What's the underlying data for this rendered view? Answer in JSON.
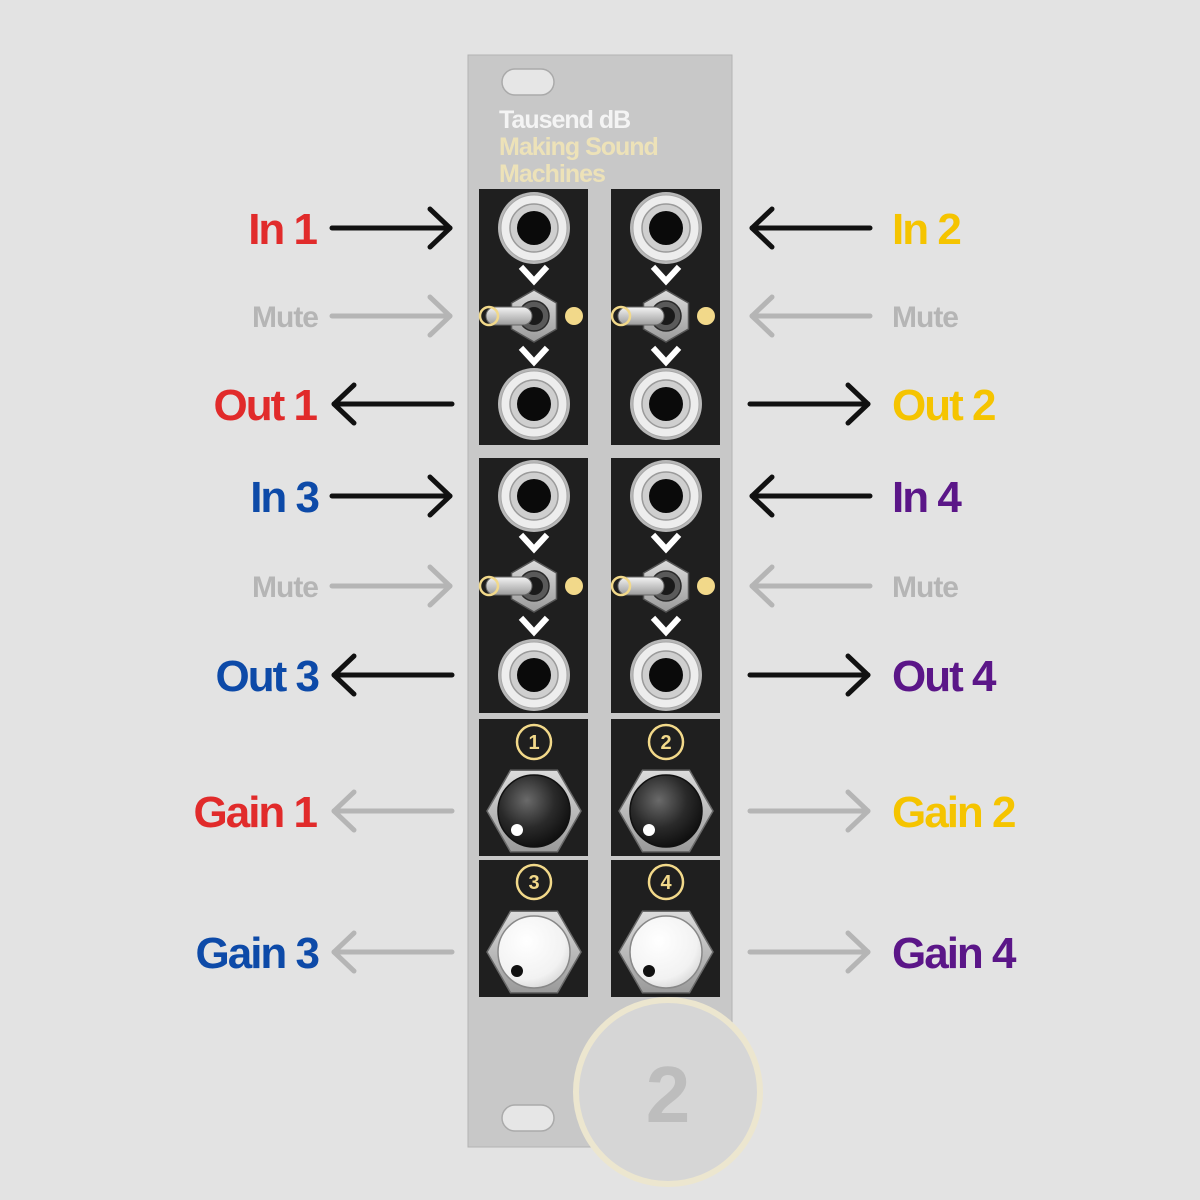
{
  "colors": {
    "background": "#e3e3e3",
    "panel": "#c8c8c8",
    "section": "#1f1f1f",
    "accent": "#f2d98a",
    "ch1": "#e12b2b",
    "ch2": "#f5c400",
    "ch3": "#0d4aa8",
    "ch4": "#5b1688",
    "muted": "#b5b5b5",
    "arrow": "#111111"
  },
  "panel": {
    "brand": [
      "Tausend dB",
      "Making Sound",
      "Machines"
    ],
    "badge": "2"
  },
  "labels": {
    "in1": "In 1",
    "in2": "In 2",
    "in3": "In 3",
    "in4": "In 4",
    "out1": "Out 1",
    "out2": "Out 2",
    "out3": "Out 3",
    "out4": "Out 4",
    "mute": "Mute",
    "gain1": "Gain 1",
    "gain2": "Gain 2",
    "gain3": "Gain 3",
    "gain4": "Gain 4"
  },
  "knobs": {
    "n1": "1",
    "n2": "2",
    "n3": "3",
    "n4": "4",
    "icons": [
      "knob-dark-icon",
      "knob-white-icon"
    ]
  },
  "icons": [
    "jack-icon",
    "toggle-switch-icon",
    "chevron-down-icon",
    "led-icon",
    "arrow-icon"
  ]
}
